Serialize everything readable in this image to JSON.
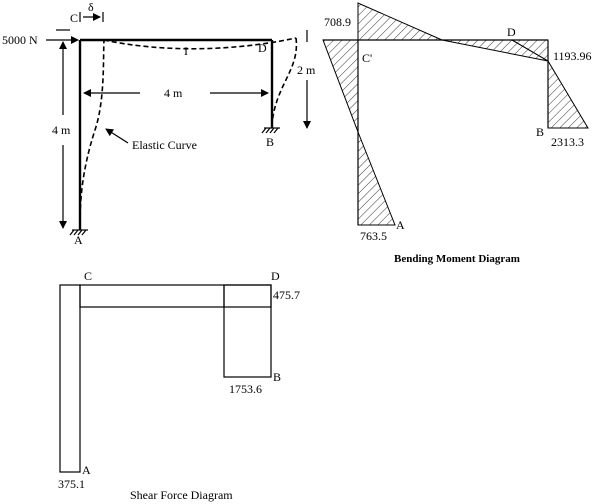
{
  "frame": {
    "load": "5000 N",
    "joint_c": "C",
    "joint_d": "D",
    "support_a": "A",
    "support_b": "B",
    "delta": "δ",
    "inflection": "I",
    "span": "4 m",
    "height_left": "4 m",
    "height_right": "2 m",
    "elastic_curve": "Elastic Curve"
  },
  "bmd": {
    "title": "Bending Moment Diagram",
    "label_c": "C'",
    "label_d": "D",
    "label_b": "B",
    "label_a": "A",
    "values": {
      "c": "708.9",
      "d": "1193.96",
      "b": "2313.3",
      "a": "763.5"
    }
  },
  "sfd": {
    "title": "Shear Force Diagram",
    "label_c": "C",
    "label_d": "D",
    "label_b": "B",
    "label_a": "A",
    "values": {
      "cd": "475.7",
      "db": "1753.6",
      "ca": "375.1"
    }
  }
}
